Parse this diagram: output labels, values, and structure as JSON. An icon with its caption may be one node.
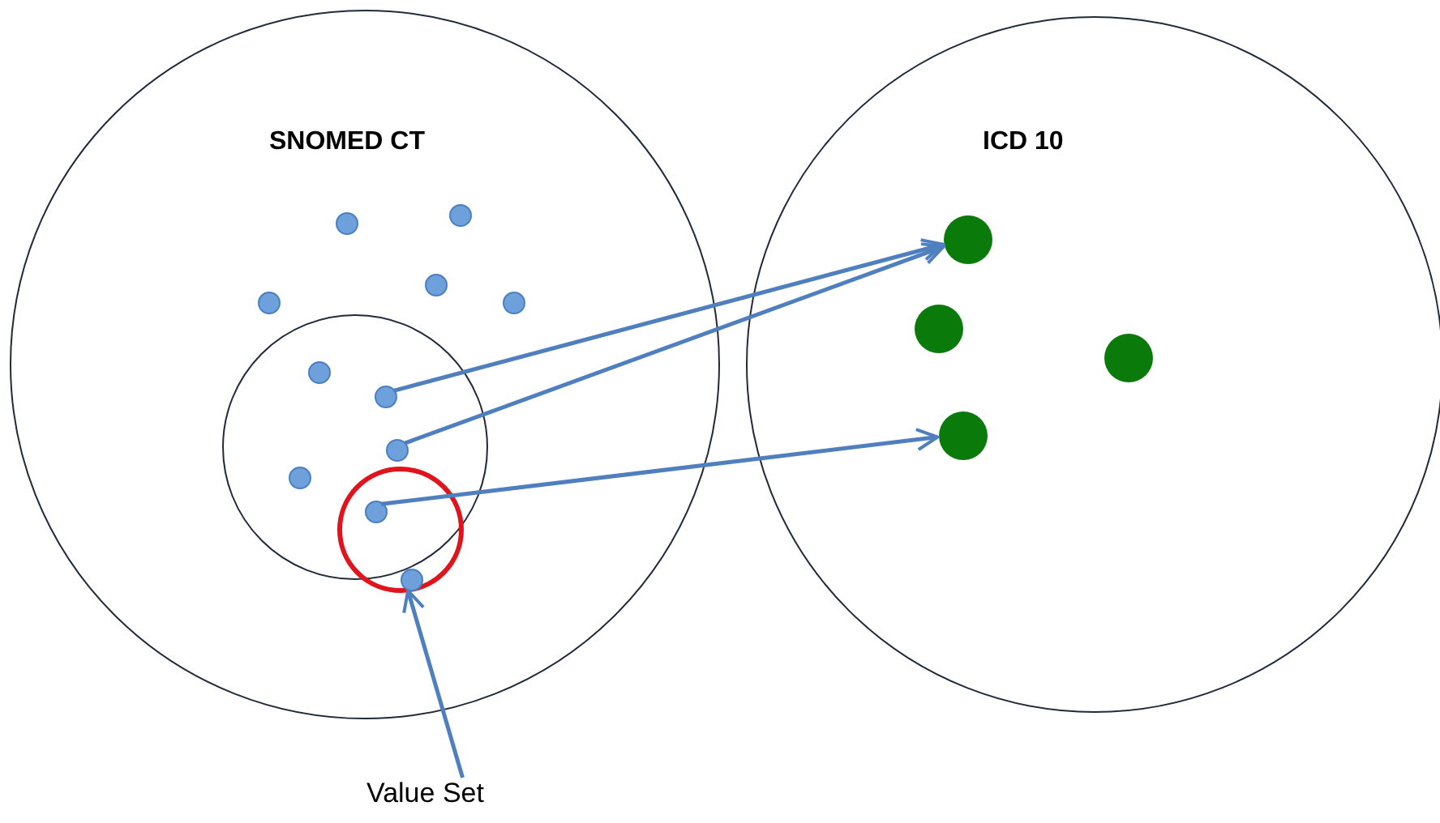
{
  "diagram": {
    "nodes": [
      {
        "text": [
          "SNOMED CT"
        ]
      },
      {
        "text": [],
        "shape": "circle",
        "in": 0
      },
      {
        "text": [],
        "shape": "circle",
        "in": 0
      },
      {
        "text": [],
        "shape": "circle",
        "in": 0
      },
      {
        "text": [],
        "shape": "circle",
        "in": 0
      },
      {
        "text": [],
        "shape": "circle",
        "in": 0
      },
      {
        "text": [],
        "shape": "circle",
        "in": 0
      },
      {
        "text": [],
        "shape": "circle",
        "in": 0
      },
      {
        "text": [],
        "shape": "circle",
        "in": 1
      },
      {
        "text": [],
        "shape": "circle",
        "in": 1
      },
      {
        "text": [],
        "shape": "circle",
        "in": 1
      },
      {
        "text": [],
        "shape": "circle",
        "in": 1
      },
      {
        "text": [],
        "shape": "circle",
        "in": 2
      },
      {
        "text": [],
        "shape": "circle",
        "in": 2
      },
      {
        "text": [
          "ICD 10"
        ]
      },
      {
        "text": [],
        "shape": "circle",
        "in": 14
      },
      {
        "text": [],
        "shape": "circle",
        "in": 14
      },
      {
        "text": [],
        "shape": "circle",
        "in": 14
      },
      {
        "text": [],
        "shape": "circle",
        "in": 14
      },
      {
        "text": [
          "Value Set"
        ]
      }
    ],
    "edges": [
      {
        "from": 9,
        "to": 15,
        "arrow": "to"
      },
      {
        "from": 10,
        "to": 15,
        "arrow": "to"
      },
      {
        "from": 12,
        "to": 18,
        "arrow": "to"
      },
      {
        "from": 19,
        "to": 2,
        "arrow": "to"
      }
    ]
  }
}
